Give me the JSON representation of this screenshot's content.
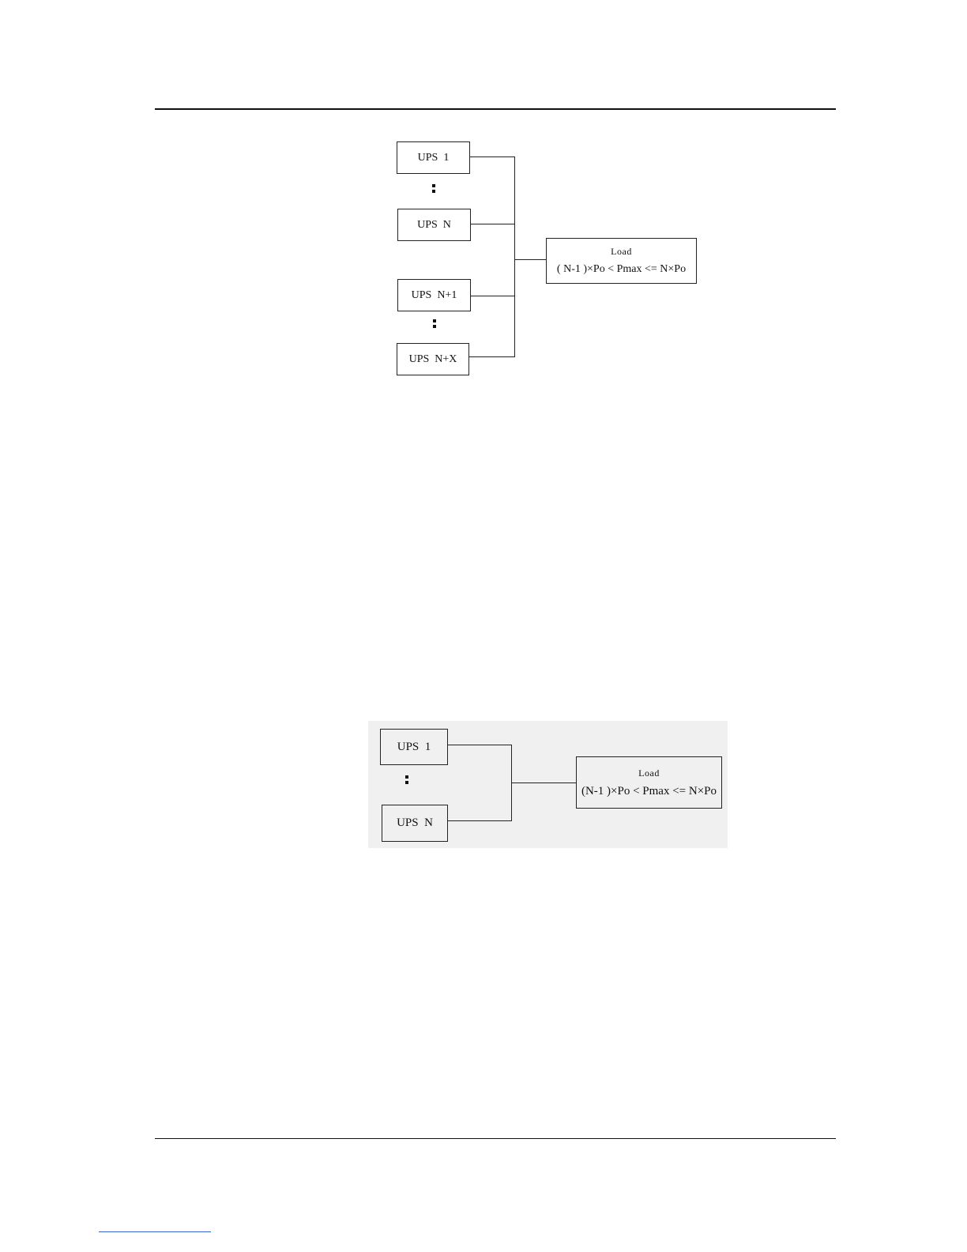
{
  "diagram_n_plus_x": {
    "ups_units": [
      {
        "label": "UPS  1"
      },
      {
        "label": "UPS  N"
      },
      {
        "label": "UPS  N+1"
      },
      {
        "label": "UPS  N+X"
      }
    ],
    "load": {
      "title": "Load",
      "formula": "( N-1 )×Po < Pmax <= N×Po"
    }
  },
  "diagram_n": {
    "ups_units": [
      {
        "label": "UPS  1"
      },
      {
        "label": "UPS  N"
      }
    ],
    "load": {
      "title": "Load",
      "formula": "(N-1 )×Po < Pmax <= N×Po"
    }
  }
}
